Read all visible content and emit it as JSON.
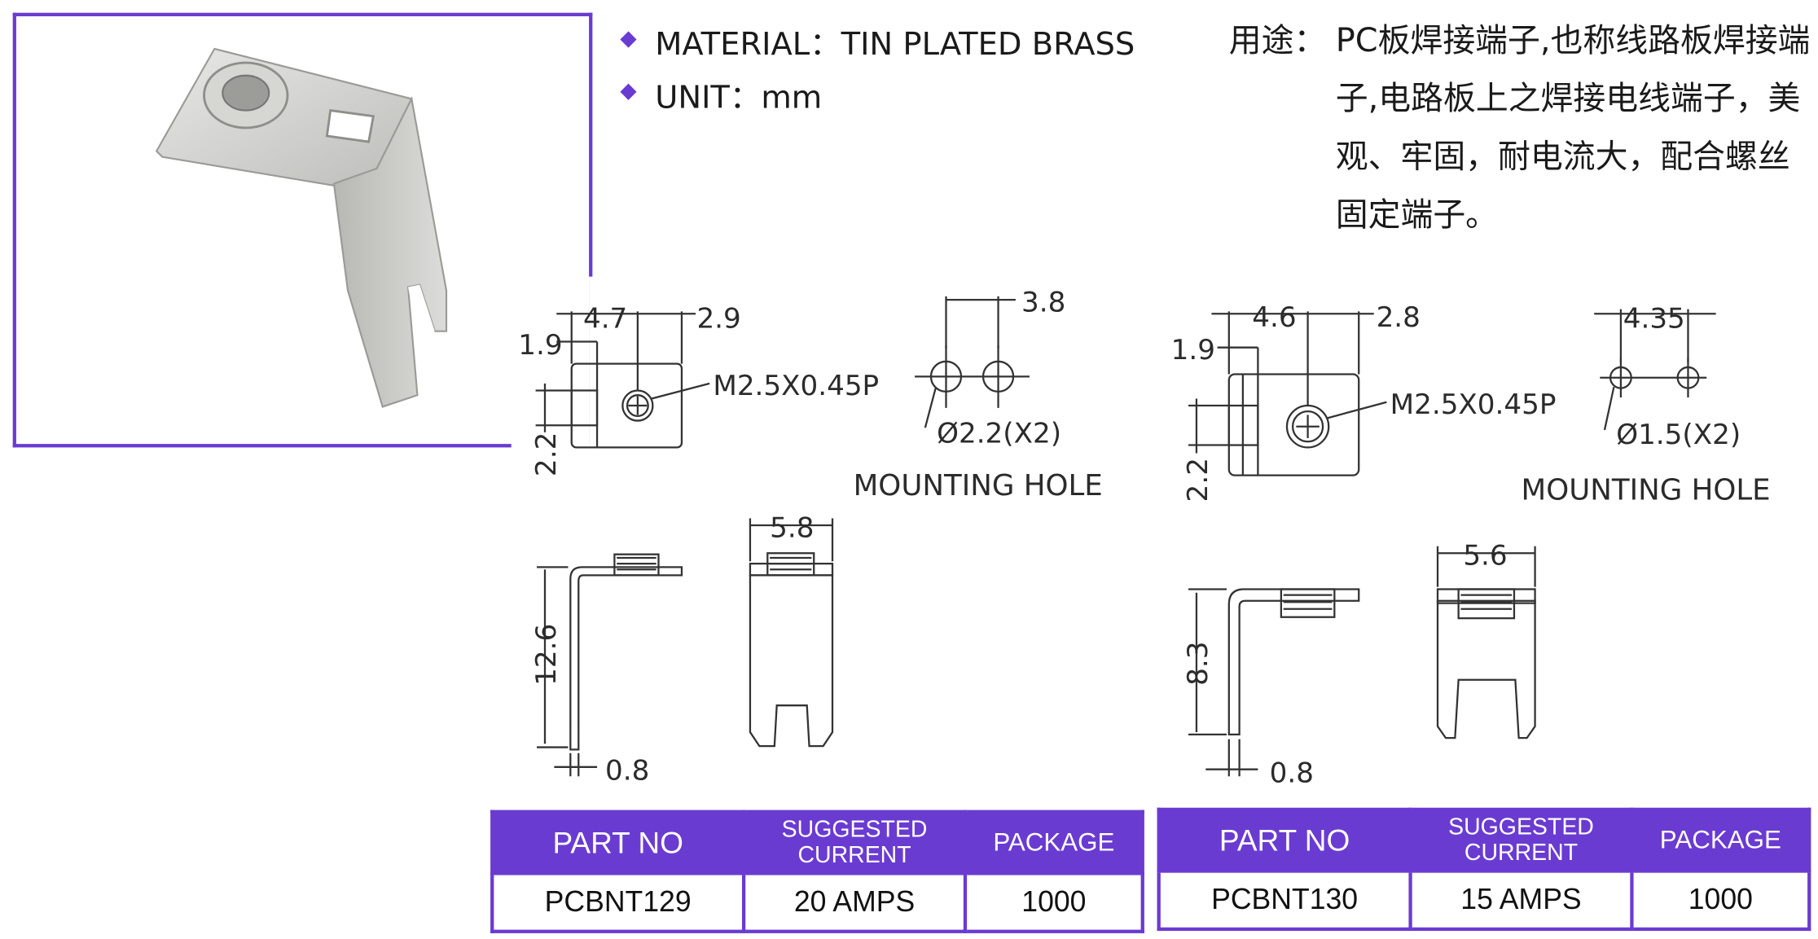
{
  "specs": {
    "material": "MATERIAL：TIN PLATED BRASS",
    "unit": "UNIT：mm"
  },
  "usage": {
    "label": "用途：",
    "text": "PC板焊接端子,也称线路板焊接端子,电路板上之焊接电线端子，美观、牢固，耐电流大，配合螺丝固定端子。"
  },
  "left_drawing": {
    "top_dims": [
      "1.9",
      "4.7",
      "2.9",
      "2.2"
    ],
    "thread": "M2.5X0.45P",
    "hole_spacing": "3.8",
    "hole_dia": "Ø2.2(X2)",
    "mounting_label": "MOUNTING  HOLE",
    "height": "12.6",
    "thickness": "0.8",
    "width": "5.8"
  },
  "right_drawing": {
    "top_dims": [
      "1.9",
      "4.6",
      "2.8",
      "2.2"
    ],
    "thread": "M2.5X0.45P",
    "hole_spacing": "4.35",
    "hole_dia": "Ø1.5(X2)",
    "mounting_label": "MOUNTING  HOLE",
    "height": "8.3",
    "thickness": "0.8",
    "width": "5.6"
  },
  "tables": [
    {
      "headers": [
        "PART NO",
        "SUGGESTED CURRENT",
        "PACKAGE"
      ],
      "row": [
        "PCBNT129",
        "20 AMPS",
        "1000"
      ]
    },
    {
      "headers": [
        "PART NO",
        "SUGGESTED CURRENT",
        "PACKAGE"
      ],
      "row": [
        "PCBNT130",
        "15 AMPS",
        "1000"
      ]
    }
  ],
  "colors": {
    "accent": "#6a3bd1"
  }
}
